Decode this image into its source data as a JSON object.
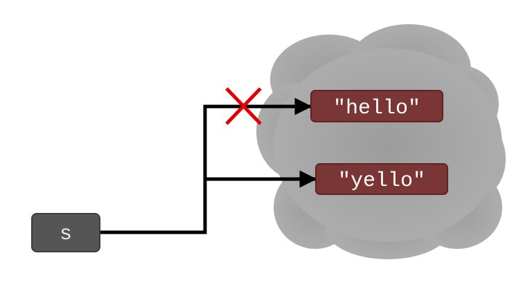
{
  "variable": {
    "name": "s"
  },
  "strings": [
    {
      "text": "\"hello\"",
      "reference_broken": true
    },
    {
      "text": "\"yello\"",
      "reference_broken": false
    }
  ],
  "colors": {
    "variable_box": "#555555",
    "string_box": "#7a3535",
    "string_box_border": "#5e2424",
    "cloud": "#a8a8a8",
    "arrow": "#000000",
    "cross": "#e00000"
  }
}
